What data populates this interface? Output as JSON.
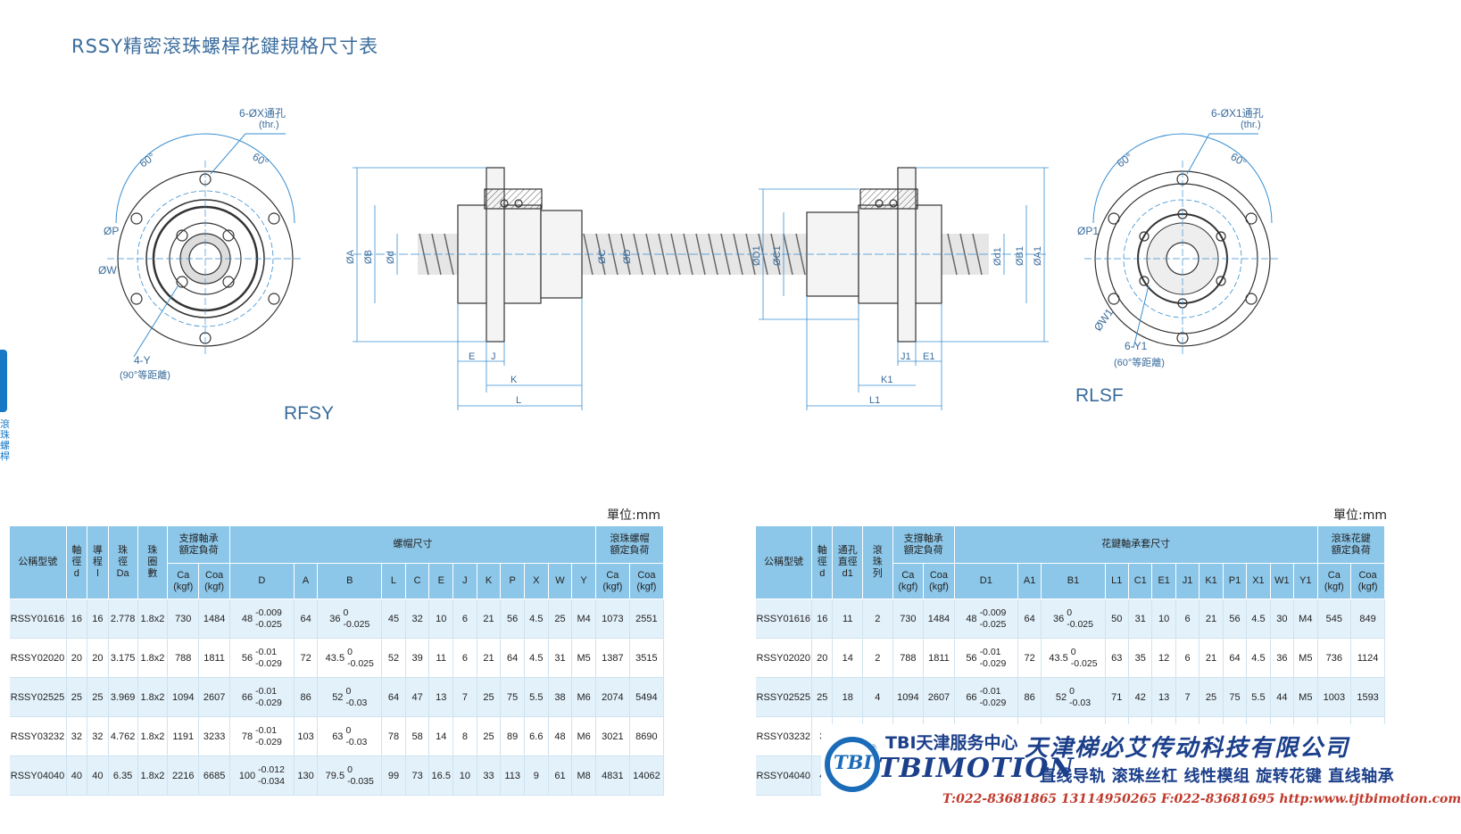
{
  "page_title": "RSSY精密滾珠螺桿花鍵規格尺寸表",
  "side_tab_text": "滾珠螺桿",
  "figure_labels": {
    "left": "RFSY",
    "right": "RLSF"
  },
  "drawing_labels": {
    "left_holes": "6-ØX通孔",
    "left_holes_sub": "(thr.)",
    "right_holes": "6-ØX1通孔",
    "right_holes_sub": "(thr.)",
    "angle": "60°",
    "left_y": "4-Y",
    "left_y_sub": "(90°等距離)",
    "right_y": "6-Y1",
    "right_y_sub": "(60°等距離)",
    "phi_p": "ØP",
    "phi_w": "ØW",
    "phi_p1": "ØP1",
    "phi_w1": "ØW1",
    "dim_a": "ØA",
    "dim_b": "ØB",
    "dim_d": "Ød",
    "dim_c": "ØC",
    "dim_dd": "ØD",
    "dim_d1": "ØD1",
    "dim_c1": "ØC1",
    "dim_d1s": "Ød1",
    "dim_b1": "ØB1",
    "dim_a1": "ØA1",
    "e": "E",
    "j": "J",
    "k": "K",
    "l": "L",
    "j1": "J1",
    "e1": "E1",
    "k1": "K1",
    "l1": "L1"
  },
  "unit_label": "單位:mm",
  "left_table": {
    "h_model": "公稱型號",
    "h_shaft": [
      "軸",
      "徑",
      "d"
    ],
    "h_lead": [
      "導",
      "程",
      "l"
    ],
    "h_ball": [
      "珠",
      "徑",
      "Da"
    ],
    "h_loop": [
      "珠",
      "圈",
      "數"
    ],
    "h_support": [
      "支撐軸承",
      "額定負荷"
    ],
    "h_nut": "螺帽尺寸",
    "h_ballnut": [
      "滾珠螺帽",
      "額定負荷"
    ],
    "h_ca": [
      "Ca",
      "(kgf)"
    ],
    "h_coa": [
      "Coa",
      "(kgf)"
    ],
    "h_cols": [
      "D",
      "A",
      "B",
      "L",
      "C",
      "E",
      "J",
      "K",
      "P",
      "X",
      "W",
      "Y"
    ],
    "rows": [
      {
        "model": "RSSY01616",
        "d": "16",
        "l": "16",
        "da": "2.778",
        "loop": "1.8x2",
        "ca": "730",
        "coa": "1484",
        "D": "48",
        "D_up": "-0.009",
        "D_lo": "-0.025",
        "A": "64",
        "B": "36",
        "B_up": "0",
        "B_lo": "-0.025",
        "L": "45",
        "C": "32",
        "E": "10",
        "J": "6",
        "K": "21",
        "P": "56",
        "X": "4.5",
        "W": "25",
        "Y": "M4",
        "ca2": "1073",
        "coa2": "2551"
      },
      {
        "model": "RSSY02020",
        "d": "20",
        "l": "20",
        "da": "3.175",
        "loop": "1.8x2",
        "ca": "788",
        "coa": "1811",
        "D": "56",
        "D_up": "-0.01",
        "D_lo": "-0.029",
        "A": "72",
        "B": "43.5",
        "B_up": "0",
        "B_lo": "-0.025",
        "L": "52",
        "C": "39",
        "E": "11",
        "J": "6",
        "K": "21",
        "P": "64",
        "X": "4.5",
        "W": "31",
        "Y": "M5",
        "ca2": "1387",
        "coa2": "3515"
      },
      {
        "model": "RSSY02525",
        "d": "25",
        "l": "25",
        "da": "3.969",
        "loop": "1.8x2",
        "ca": "1094",
        "coa": "2607",
        "D": "66",
        "D_up": "-0.01",
        "D_lo": "-0.029",
        "A": "86",
        "B": "52",
        "B_up": "0",
        "B_lo": "-0.03",
        "L": "64",
        "C": "47",
        "E": "13",
        "J": "7",
        "K": "25",
        "P": "75",
        "X": "5.5",
        "W": "38",
        "Y": "M6",
        "ca2": "2074",
        "coa2": "5494"
      },
      {
        "model": "RSSY03232",
        "d": "32",
        "l": "32",
        "da": "4.762",
        "loop": "1.8x2",
        "ca": "1191",
        "coa": "3233",
        "D": "78",
        "D_up": "-0.01",
        "D_lo": "-0.029",
        "A": "103",
        "B": "63",
        "B_up": "0",
        "B_lo": "-0.03",
        "L": "78",
        "C": "58",
        "E": "14",
        "J": "8",
        "K": "25",
        "P": "89",
        "X": "6.6",
        "W": "48",
        "Y": "M6",
        "ca2": "3021",
        "coa2": "8690"
      },
      {
        "model": "RSSY04040",
        "d": "40",
        "l": "40",
        "da": "6.35",
        "loop": "1.8x2",
        "ca": "2216",
        "coa": "6685",
        "D": "100",
        "D_up": "-0.012",
        "D_lo": "-0.034",
        "A": "130",
        "B": "79.5",
        "B_up": "0",
        "B_lo": "-0.035",
        "L": "99",
        "C": "73",
        "E": "16.5",
        "J": "10",
        "K": "33",
        "P": "113",
        "X": "9",
        "W": "61",
        "Y": "M8",
        "ca2": "4831",
        "coa2": "14062"
      }
    ]
  },
  "right_table": {
    "h_model": "公稱型號",
    "h_shaft": [
      "軸",
      "徑",
      "d"
    ],
    "h_hole": [
      "通孔",
      "直徑",
      "d1"
    ],
    "h_rows": [
      "滾",
      "珠",
      "列"
    ],
    "h_support": [
      "支撐軸承",
      "額定負荷"
    ],
    "h_sleeve": "花鍵軸承套尺寸",
    "h_spline": [
      "滾珠花鍵",
      "額定負荷"
    ],
    "h_ca": [
      "Ca",
      "(kgf)"
    ],
    "h_coa": [
      "Coa",
      "(kgf)"
    ],
    "h_cols": [
      "D1",
      "A1",
      "B1",
      "L1",
      "C1",
      "E1",
      "J1",
      "K1",
      "P1",
      "X1",
      "W1",
      "Y1"
    ],
    "rows": [
      {
        "model": "RSSY01616",
        "d": "16",
        "d1": "11",
        "n": "2",
        "ca": "730",
        "coa": "1484",
        "D": "48",
        "D_up": "-0.009",
        "D_lo": "-0.025",
        "A": "64",
        "B": "36",
        "B_up": "0",
        "B_lo": "-0.025",
        "L": "50",
        "C": "31",
        "E": "10",
        "J": "6",
        "K": "21",
        "P": "56",
        "X": "4.5",
        "W": "30",
        "Y": "M4",
        "ca2": "545",
        "coa2": "849"
      },
      {
        "model": "RSSY02020",
        "d": "20",
        "d1": "14",
        "n": "2",
        "ca": "788",
        "coa": "1811",
        "D": "56",
        "D_up": "-0.01",
        "D_lo": "-0.029",
        "A": "72",
        "B": "43.5",
        "B_up": "0",
        "B_lo": "-0.025",
        "L": "63",
        "C": "35",
        "E": "12",
        "J": "6",
        "K": "21",
        "P": "64",
        "X": "4.5",
        "W": "36",
        "Y": "M5",
        "ca2": "736",
        "coa2": "1124"
      },
      {
        "model": "RSSY02525",
        "d": "25",
        "d1": "18",
        "n": "4",
        "ca": "1094",
        "coa": "2607",
        "D": "66",
        "D_up": "-0.01",
        "D_lo": "-0.029",
        "A": "86",
        "B": "52",
        "B_up": "0",
        "B_lo": "-0.03",
        "L": "71",
        "C": "42",
        "E": "13",
        "J": "7",
        "K": "25",
        "P": "75",
        "X": "5.5",
        "W": "44",
        "Y": "M5",
        "ca2": "1003",
        "coa2": "1593"
      },
      {
        "model": "RSSY03232",
        "d": "3"
      },
      {
        "model": "RSSY04040",
        "d": "4"
      }
    ]
  },
  "logo": {
    "mark": "TBI",
    "reg": "®",
    "center": "TBI天津服务中心",
    "brand": "TBIMOTION",
    "company": "天津梯必艾传动科技有限公司",
    "services": "直线导轨 滚珠丝杠 线性模组 旋转花键 直线轴承",
    "contact": "T:022-83681865 13114950265 F:022-83681695 http:www.tjtbimotion.com",
    "brand_color": "#1b3f8a",
    "accent_color": "#c0392b"
  }
}
